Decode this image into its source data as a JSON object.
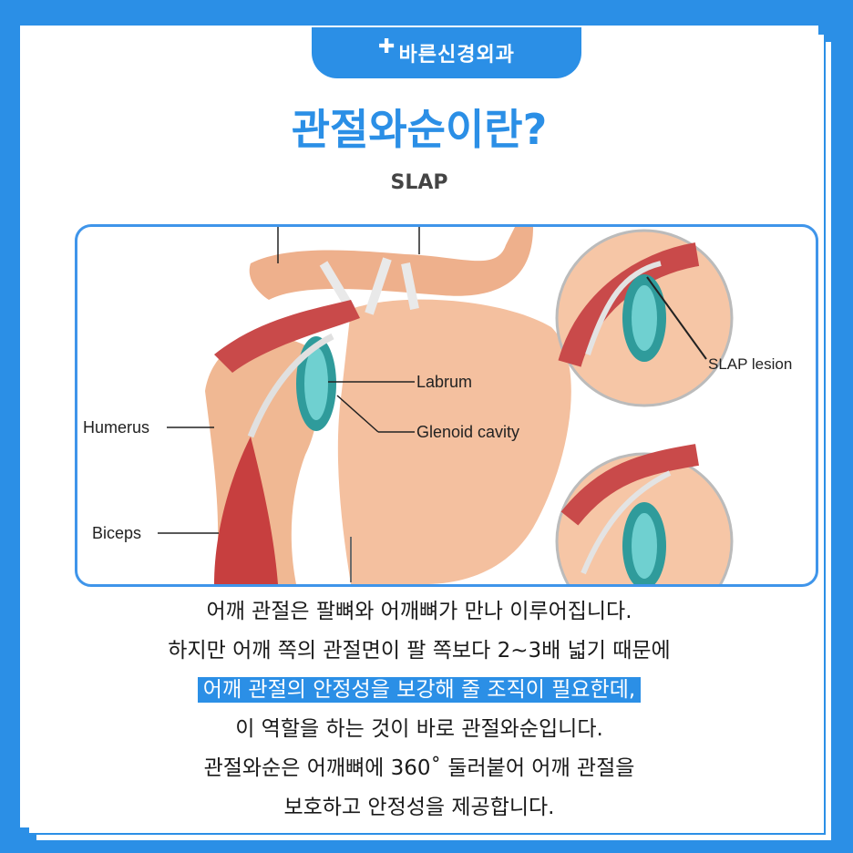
{
  "brand": {
    "name": "바른신경외과",
    "icon": "cross-icon"
  },
  "title": "관절와순이란?",
  "subtitle": "SLAP",
  "figure": {
    "labels": {
      "labrum": "Labrum",
      "glenoid": "Glenoid cavity",
      "humerus": "Humerus",
      "biceps": "Biceps",
      "slap": "SLAP lesion"
    }
  },
  "body": {
    "line1": "어깨 관절은 팔뼈와 어깨뼈가 만나 이루어집니다.",
    "line2": "하지만 어깨 쪽의 관절면이 팔 쪽보다 2~3배 넓기 때문에",
    "line3": "어깨 관절의 안정성을 보강해 줄 조직이 필요한데,",
    "line4": "이 역할을 하는 것이 바로 관절와순입니다.",
    "line5": "관절와순은 어깨뼈에 360˚ 둘러붙어 어깨 관절을",
    "line6": "보호하고 안정성을 제공합니다."
  },
  "colors": {
    "accent": "#2b8fe6",
    "bone": "#f2b896",
    "muscle": "#c94a4a",
    "cartilage": "#3aa8a8"
  }
}
